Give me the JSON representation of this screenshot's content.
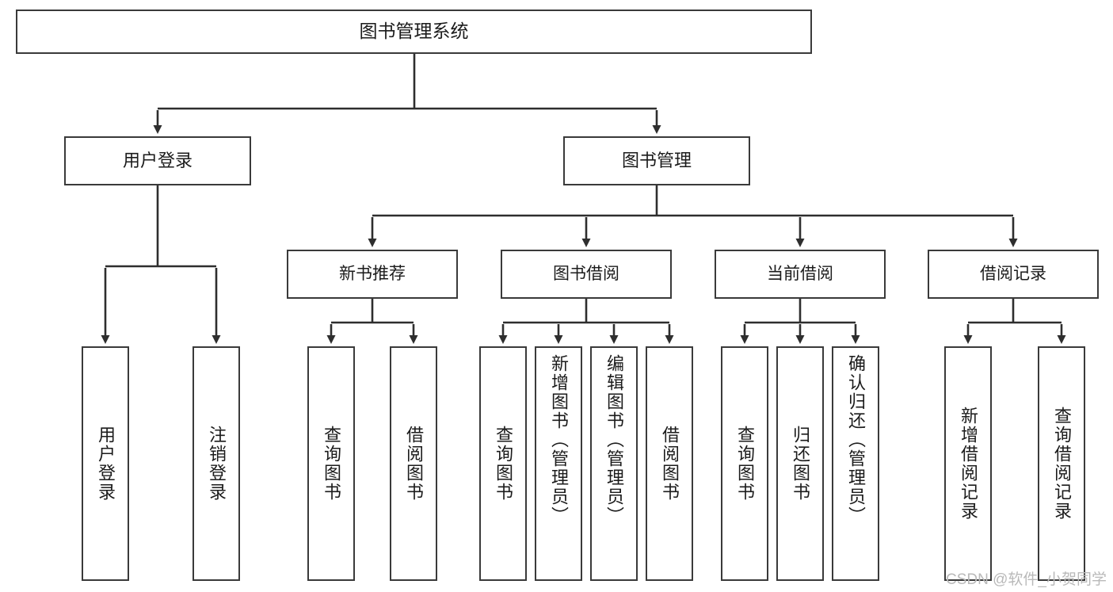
{
  "diagram": {
    "title_node": {
      "label": "图书管理系统"
    },
    "level2": [
      {
        "label": "用户登录"
      },
      {
        "label": "图书管理"
      }
    ],
    "level3": [
      {
        "label": "新书推荐"
      },
      {
        "label": "图书借阅"
      },
      {
        "label": "当前借阅"
      },
      {
        "label": "借阅记录"
      }
    ],
    "leaves": {
      "user_login": [
        {
          "label": "用户登录"
        },
        {
          "label": "注销登录"
        }
      ],
      "new_book_recommend": [
        {
          "label": "查询图书"
        },
        {
          "label": "借阅图书"
        }
      ],
      "book_borrow": [
        {
          "label": "查询图书"
        },
        {
          "label": "新增图书（管理员）"
        },
        {
          "label": "编辑图书（管理员）"
        },
        {
          "label": "借阅图书"
        }
      ],
      "current_borrow": [
        {
          "label": "查询图书"
        },
        {
          "label": "归还图书"
        },
        {
          "label": "确认归还（管理员）"
        }
      ],
      "borrow_record": [
        {
          "label": "新增借阅记录"
        },
        {
          "label": "查询借阅记录"
        }
      ]
    }
  },
  "watermark": {
    "text": "CSDN @软件_小贺同学"
  },
  "colors": {
    "border": "#3a3a3a",
    "text": "#1b1b1b",
    "background": "#ffffff",
    "watermark": "#b9b9b9"
  }
}
